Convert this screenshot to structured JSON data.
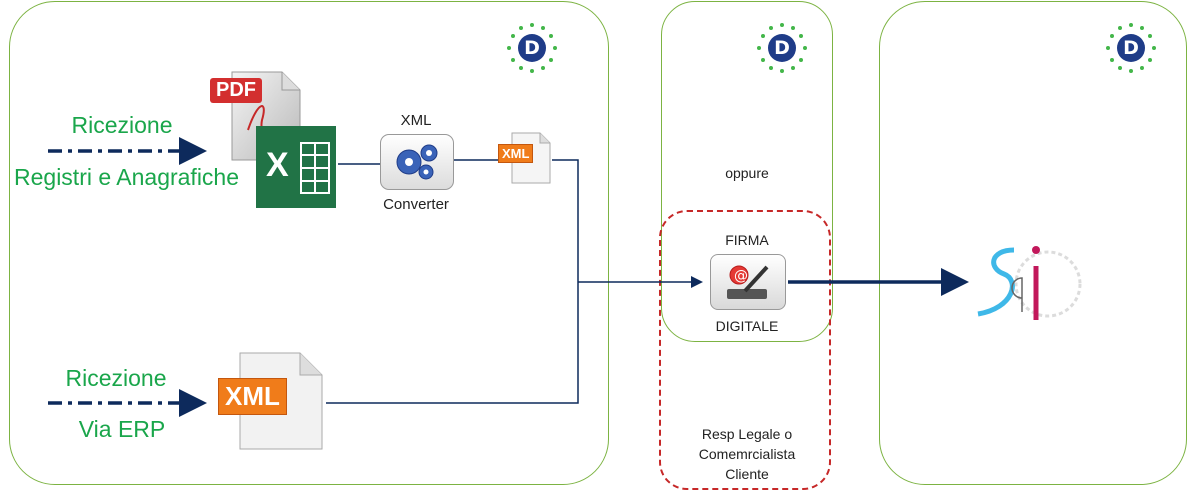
{
  "left_panel": {
    "reception_registers_title": "Ricezione",
    "reception_registers_subtitle": "Registri e Anagrafiche",
    "reception_erp_title": "Ricezione",
    "reception_erp_subtitle": "Via ERP",
    "pdf_badge": "PDF",
    "excel_letter": "X",
    "converter_top_label": "XML",
    "converter_bottom_label": "Converter",
    "xml_file_small": "XML",
    "xml_file_large": "XML"
  },
  "middle_panel": {
    "or_label": "oppure",
    "signature_top_label": "FIRMA",
    "signature_bottom_label": "DIGITALE",
    "signer_line1": "Resp Legale o",
    "signer_line2": "Comemrcialista",
    "signer_line3": "Cliente"
  },
  "logo_letter": "D",
  "colors": {
    "panel_border": "#7cb342",
    "green_text": "#1aa64b",
    "arrow_navy": "#0d2a5c",
    "dashed_red": "#c62828",
    "xml_orange": "#f07c1a",
    "excel_green": "#217346",
    "pdf_red": "#d32f2f"
  }
}
